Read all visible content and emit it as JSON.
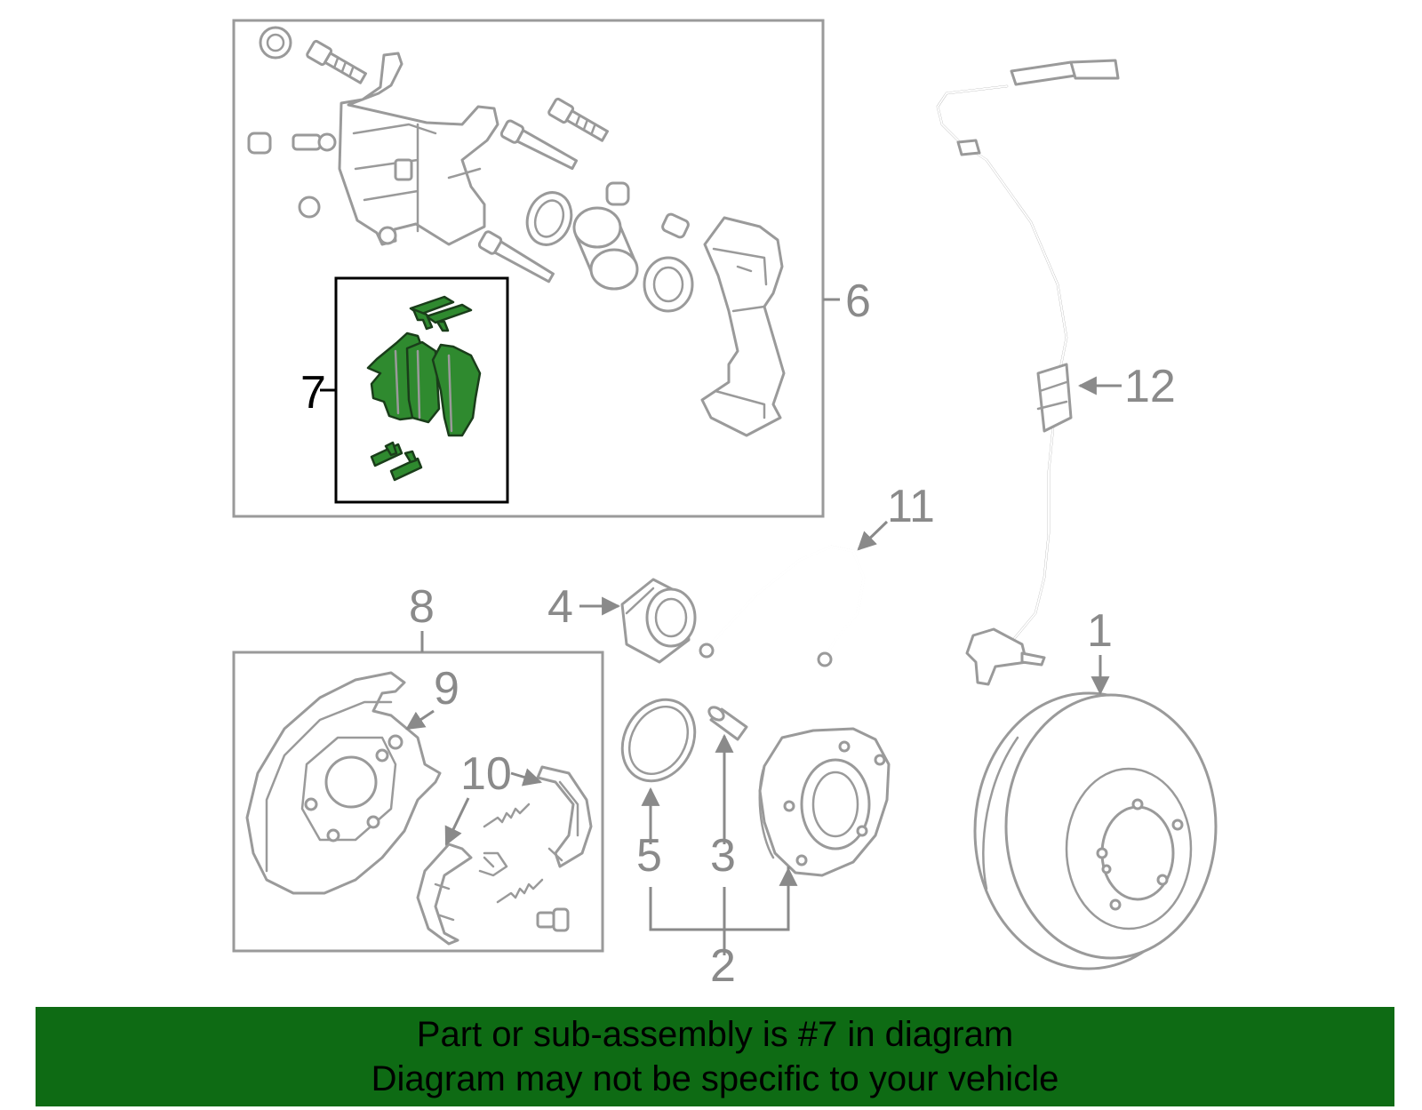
{
  "callouts": {
    "c1": "1",
    "c2": "2",
    "c3": "3",
    "c4": "4",
    "c5": "5",
    "c6": "6",
    "c7": "7",
    "c8": "8",
    "c9": "9",
    "c10": "10",
    "c11": "11",
    "c12": "12"
  },
  "highlighted_part": "7",
  "colors": {
    "highlight": "#2f8a2f",
    "banner": "#0e6b14",
    "linework": "#9a9a9a"
  },
  "banner": {
    "line1": "Part or sub-assembly is #7 in diagram",
    "line2": "Diagram may not be specific to your vehicle"
  }
}
